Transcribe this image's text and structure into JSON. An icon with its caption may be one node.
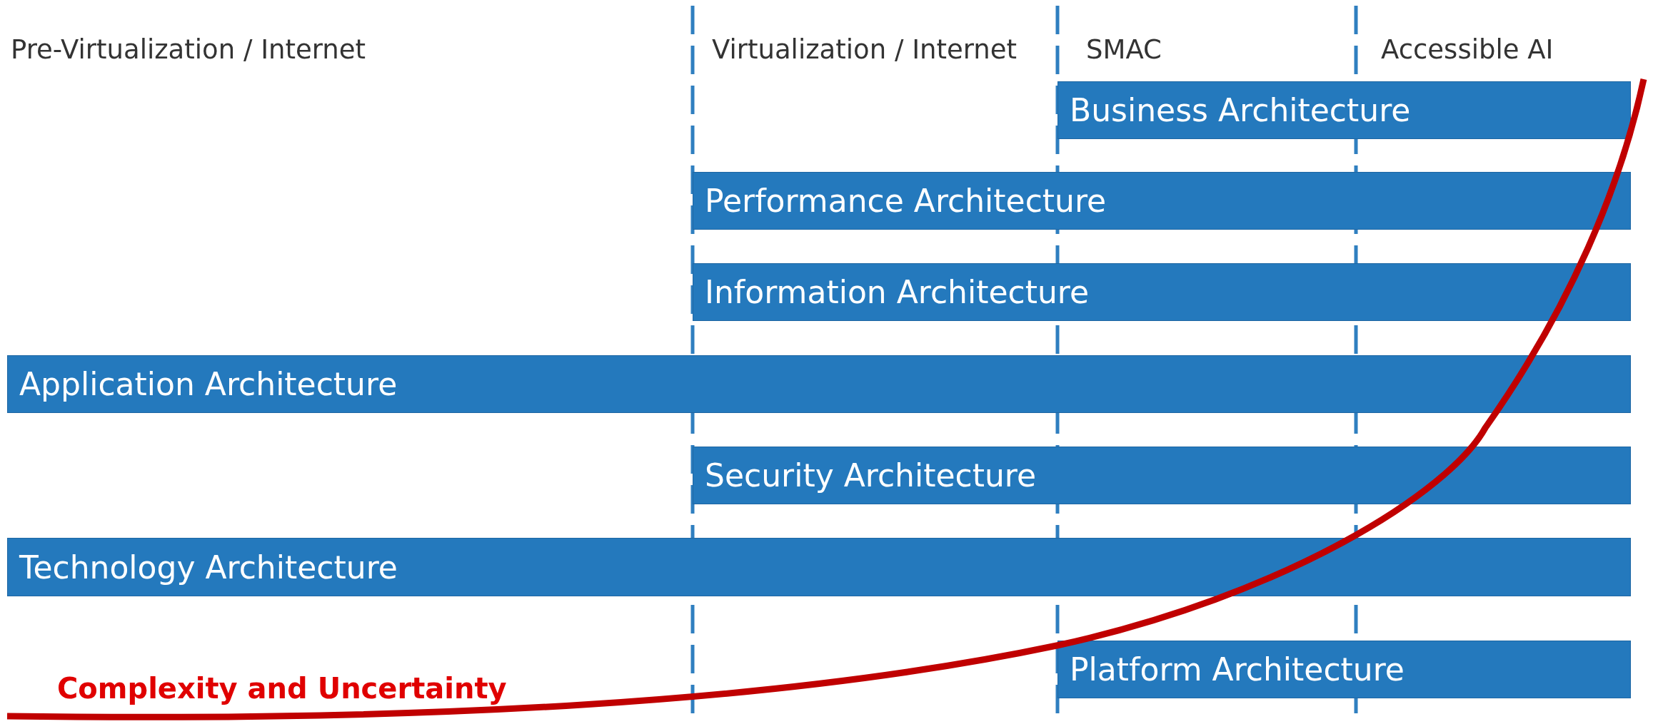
{
  "diagram": {
    "nodes": [
      {
        "text": [
          "Business Architecture"
        ]
      },
      {
        "text": [
          "Performance Architecture"
        ]
      },
      {
        "text": [
          "Information Architecture"
        ]
      },
      {
        "text": [
          "Application Architecture"
        ]
      },
      {
        "text": [
          "Security Architecture"
        ]
      },
      {
        "text": [
          "Technology Architecture"
        ]
      },
      {
        "text": [
          "Platform Architecture"
        ]
      }
    ],
    "labels": [
      "Pre-Virtualization / Internet",
      "Virtualization / Internet",
      "SMAC",
      "Accessible AI",
      "Complexity and Uncertainty"
    ]
  }
}
